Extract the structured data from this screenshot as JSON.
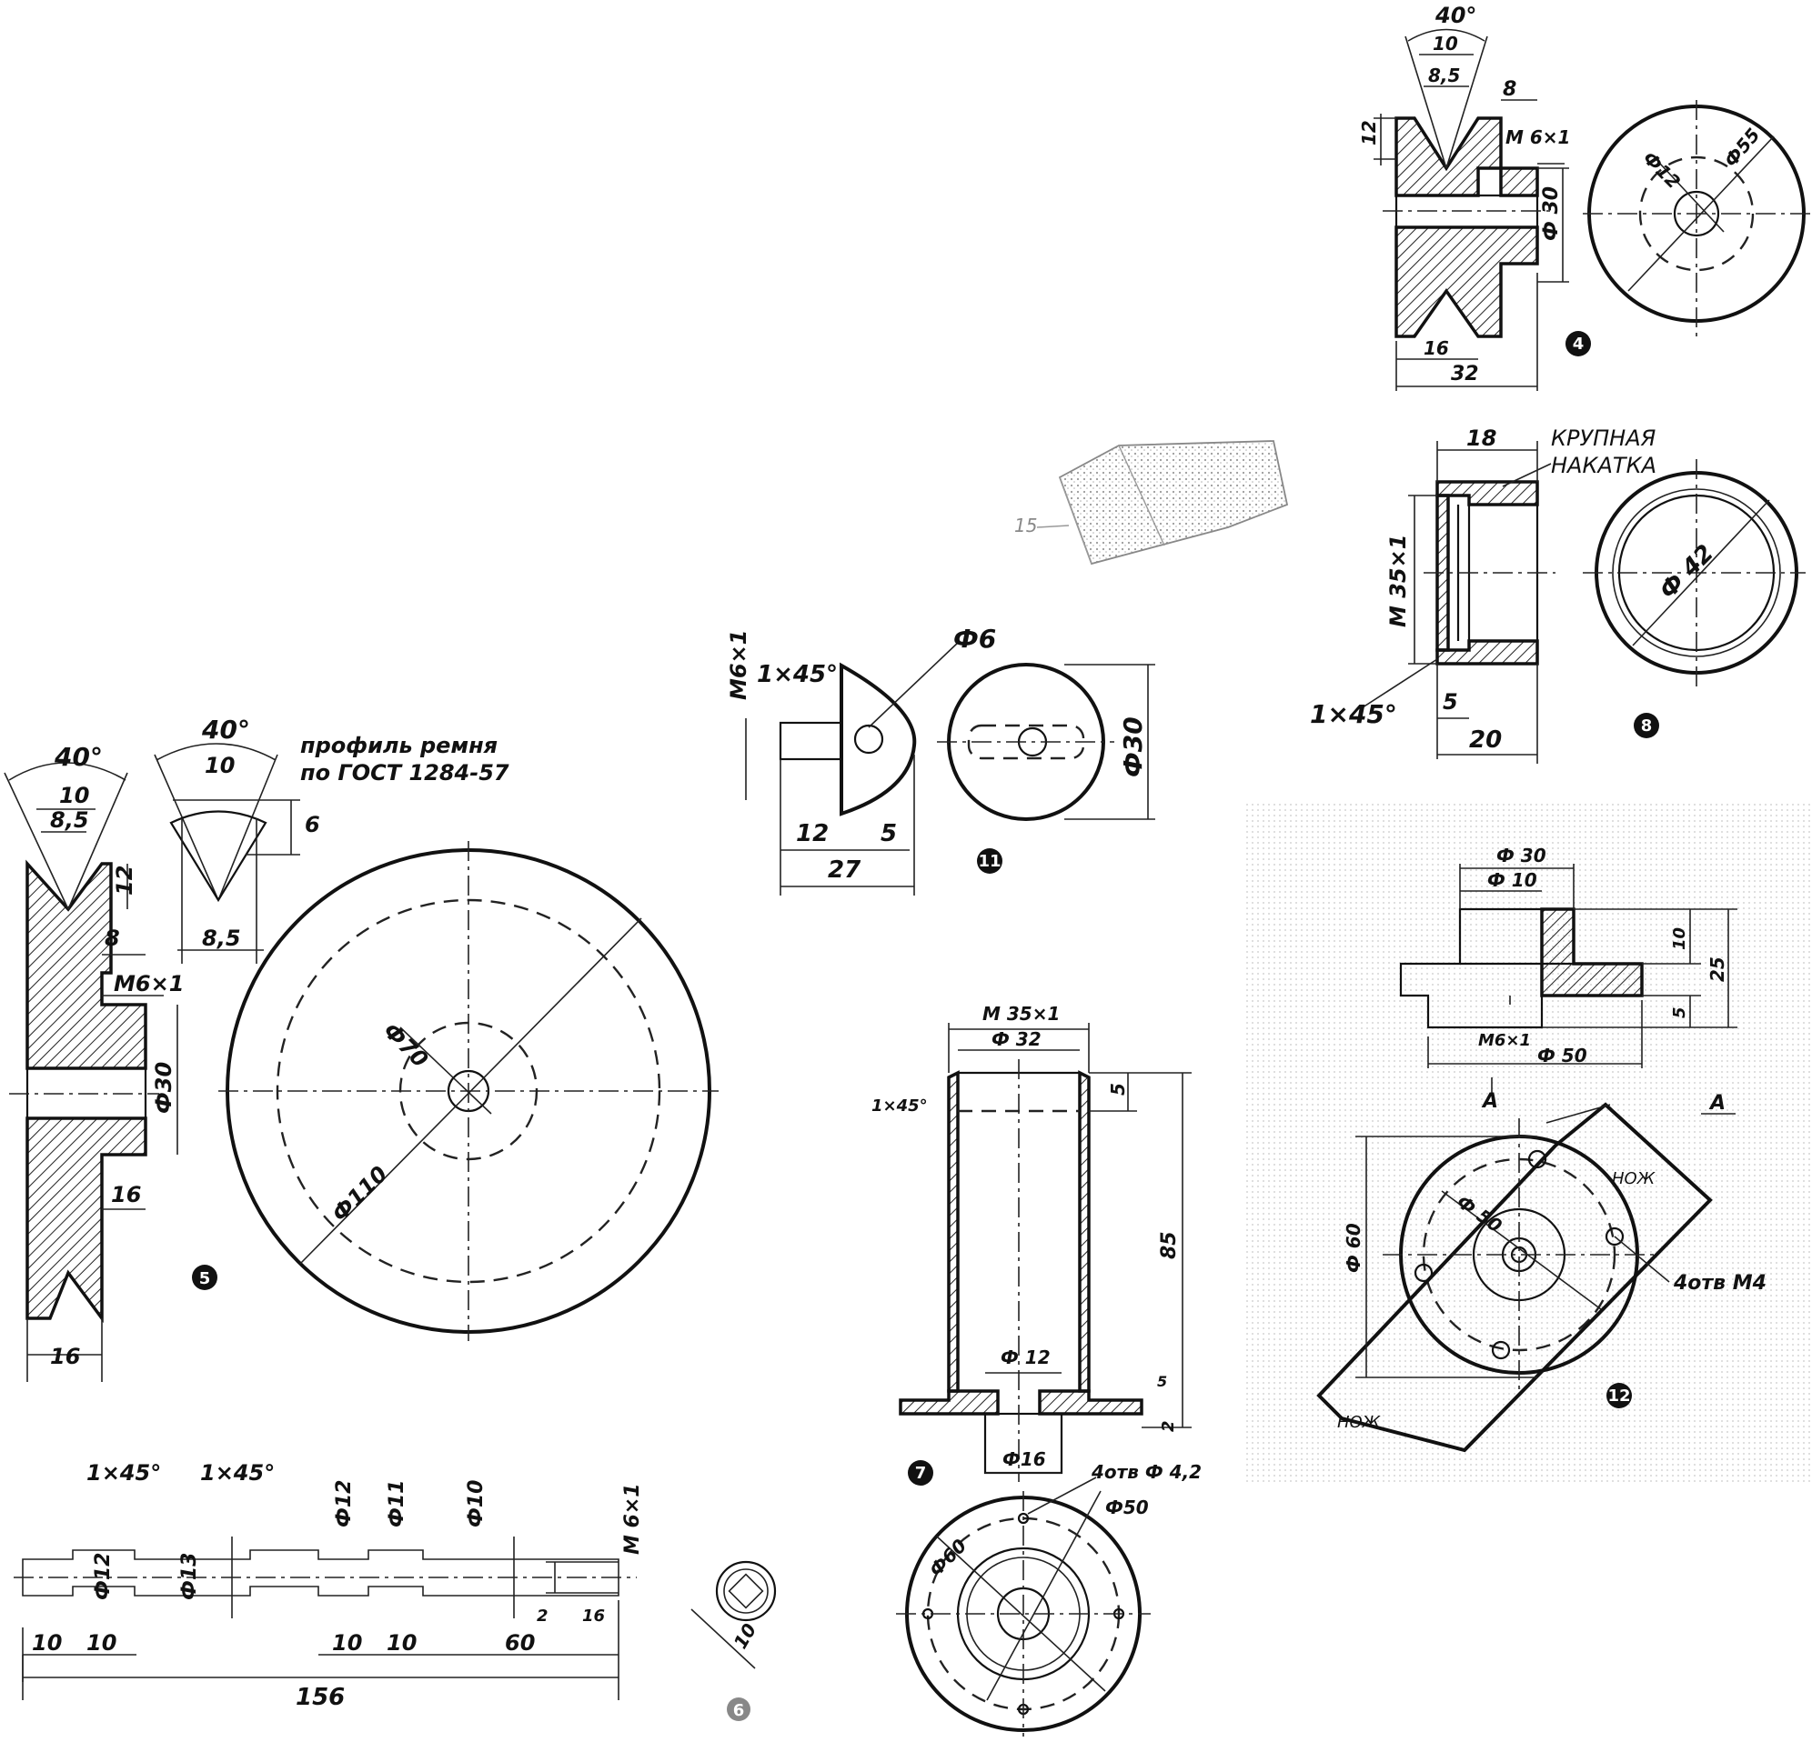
{
  "sheet": {
    "part5": {
      "number": "5",
      "angle": "40°",
      "w10": "10",
      "w8_5": "8,5",
      "h12": "12",
      "w8": "8",
      "thread": "M6×1",
      "d30": "Ф30",
      "w16a": "16",
      "w16b": "16",
      "d70": "Ф70",
      "d110": "Ф110"
    },
    "belt": {
      "angle": "40°",
      "w10": "10",
      "h6": "6",
      "w8_5": "8,5",
      "caption_1": "профиль ремня",
      "caption_2": "по ГОСТ 1284-57"
    },
    "part4": {
      "number": "4",
      "angle": "40°",
      "w10": "10",
      "w8_5": "8,5",
      "w8": "8",
      "h12": "12",
      "thread": "M 6×1",
      "d30": "Ф 30",
      "w16": "16",
      "w32": "32",
      "d12": "Ф12",
      "d55": "Ф55"
    },
    "part8": {
      "number": "8",
      "w18": "18",
      "note_1": "КРУПНАЯ",
      "note_2": "НАКАТКА",
      "thread": "M 35×1",
      "chamfer": "1×45°",
      "w5": "5",
      "w20": "20",
      "d42": "Ф 42"
    },
    "part15": {
      "label": "15"
    },
    "part11": {
      "number": "11",
      "thread": "M6×1",
      "chamfer": "1×45°",
      "d6": "Ф6",
      "w12": "12",
      "w5": "5",
      "w27": "27",
      "d30": "Ф30"
    },
    "part7": {
      "number": "7",
      "thread": "M 35×1",
      "d32": "Ф 32",
      "chamfer": "1×45°",
      "h5": "5",
      "h85": "85",
      "d12": "Ф 12",
      "h5b": "5",
      "h2": "2",
      "d16": "Ф16",
      "holes": "4отв Ф 4,2",
      "d50": "Ф50",
      "d60": "Ф60"
    },
    "part12": {
      "number": "12",
      "d30": "Ф 30",
      "d10": "Ф 10",
      "h10": "10",
      "h25": "25",
      "h5": "5",
      "thread": "M6×1",
      "d50": "Ф 50",
      "sect_a": "А",
      "view_a": "А",
      "d60": "Ф 60",
      "d50b": "Ф 50",
      "knife_1": "НОЖ",
      "knife_2": "НОЖ",
      "holes": "4отв М4"
    },
    "shaft": {
      "number": "6",
      "chamfer_1": "1×45°",
      "chamfer_2": "1×45°",
      "d12a": "Ф12",
      "d13": "Ф13",
      "d12b": "Ф12",
      "d11": "Ф11",
      "d10": "Ф10",
      "thread": "M 6×1",
      "w2": "2",
      "w16": "16",
      "w10a": "10",
      "w10b": "10",
      "w10c": "10",
      "w10d": "10",
      "w60": "60",
      "w156": "156",
      "sq10": "10"
    }
  },
  "colors": {
    "ink": "#111111",
    "paper": "#ffffff",
    "screen": "#f2f2f2"
  }
}
